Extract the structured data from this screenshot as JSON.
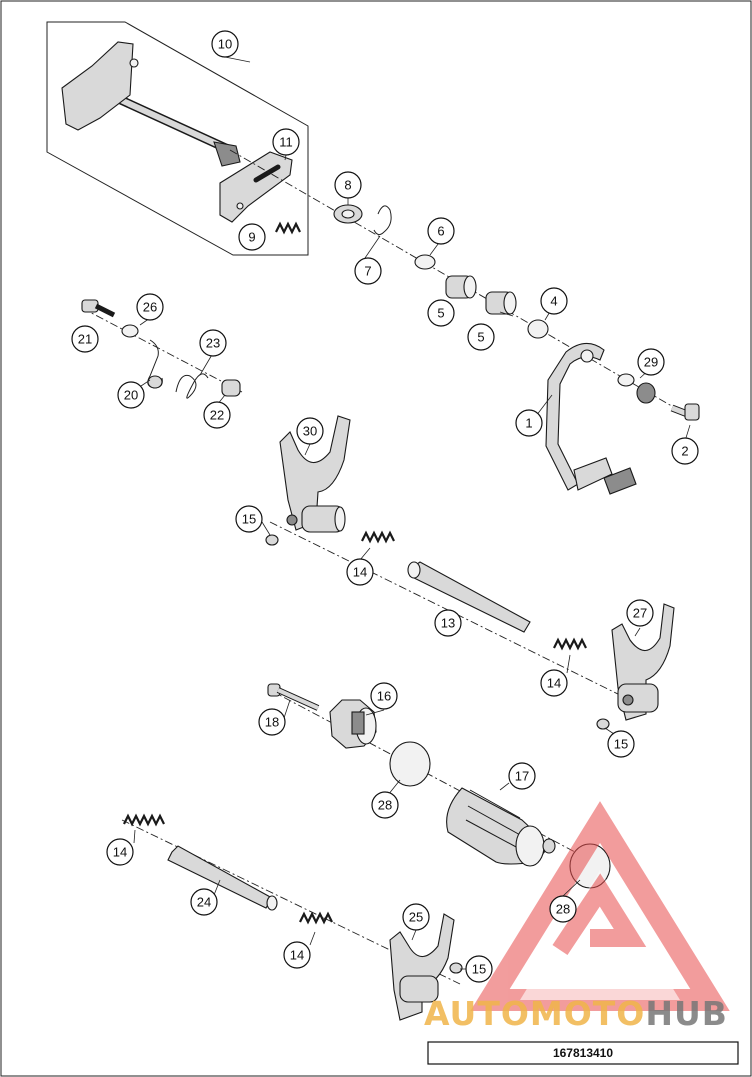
{
  "callouts": {
    "c10": "10",
    "c11": "11",
    "c8": "8",
    "c9": "9",
    "c7": "7",
    "c6": "6",
    "c5a": "5",
    "c5b": "5",
    "c4": "4",
    "c29": "29",
    "c1": "1",
    "c2": "2",
    "c26": "26",
    "c21": "21",
    "c23": "23",
    "c20": "20",
    "c22": "22",
    "c30": "30",
    "c15a": "15",
    "c14a": "14",
    "c13": "13",
    "c27": "27",
    "c14b": "14",
    "c15b": "15",
    "c16": "16",
    "c18": "18",
    "c17": "17",
    "c28a": "28",
    "c28b": "28",
    "c14c": "14",
    "c24": "24",
    "c25": "25",
    "c14d": "14",
    "c15c": "15"
  },
  "drawing_code": "167813410",
  "watermark": {
    "brand_part1": "AUTOMOTO",
    "brand_part2": "HUB",
    "color_primary": "#e84c4c",
    "color_secondary": "#f0b54a",
    "color_dark": "#777777"
  }
}
